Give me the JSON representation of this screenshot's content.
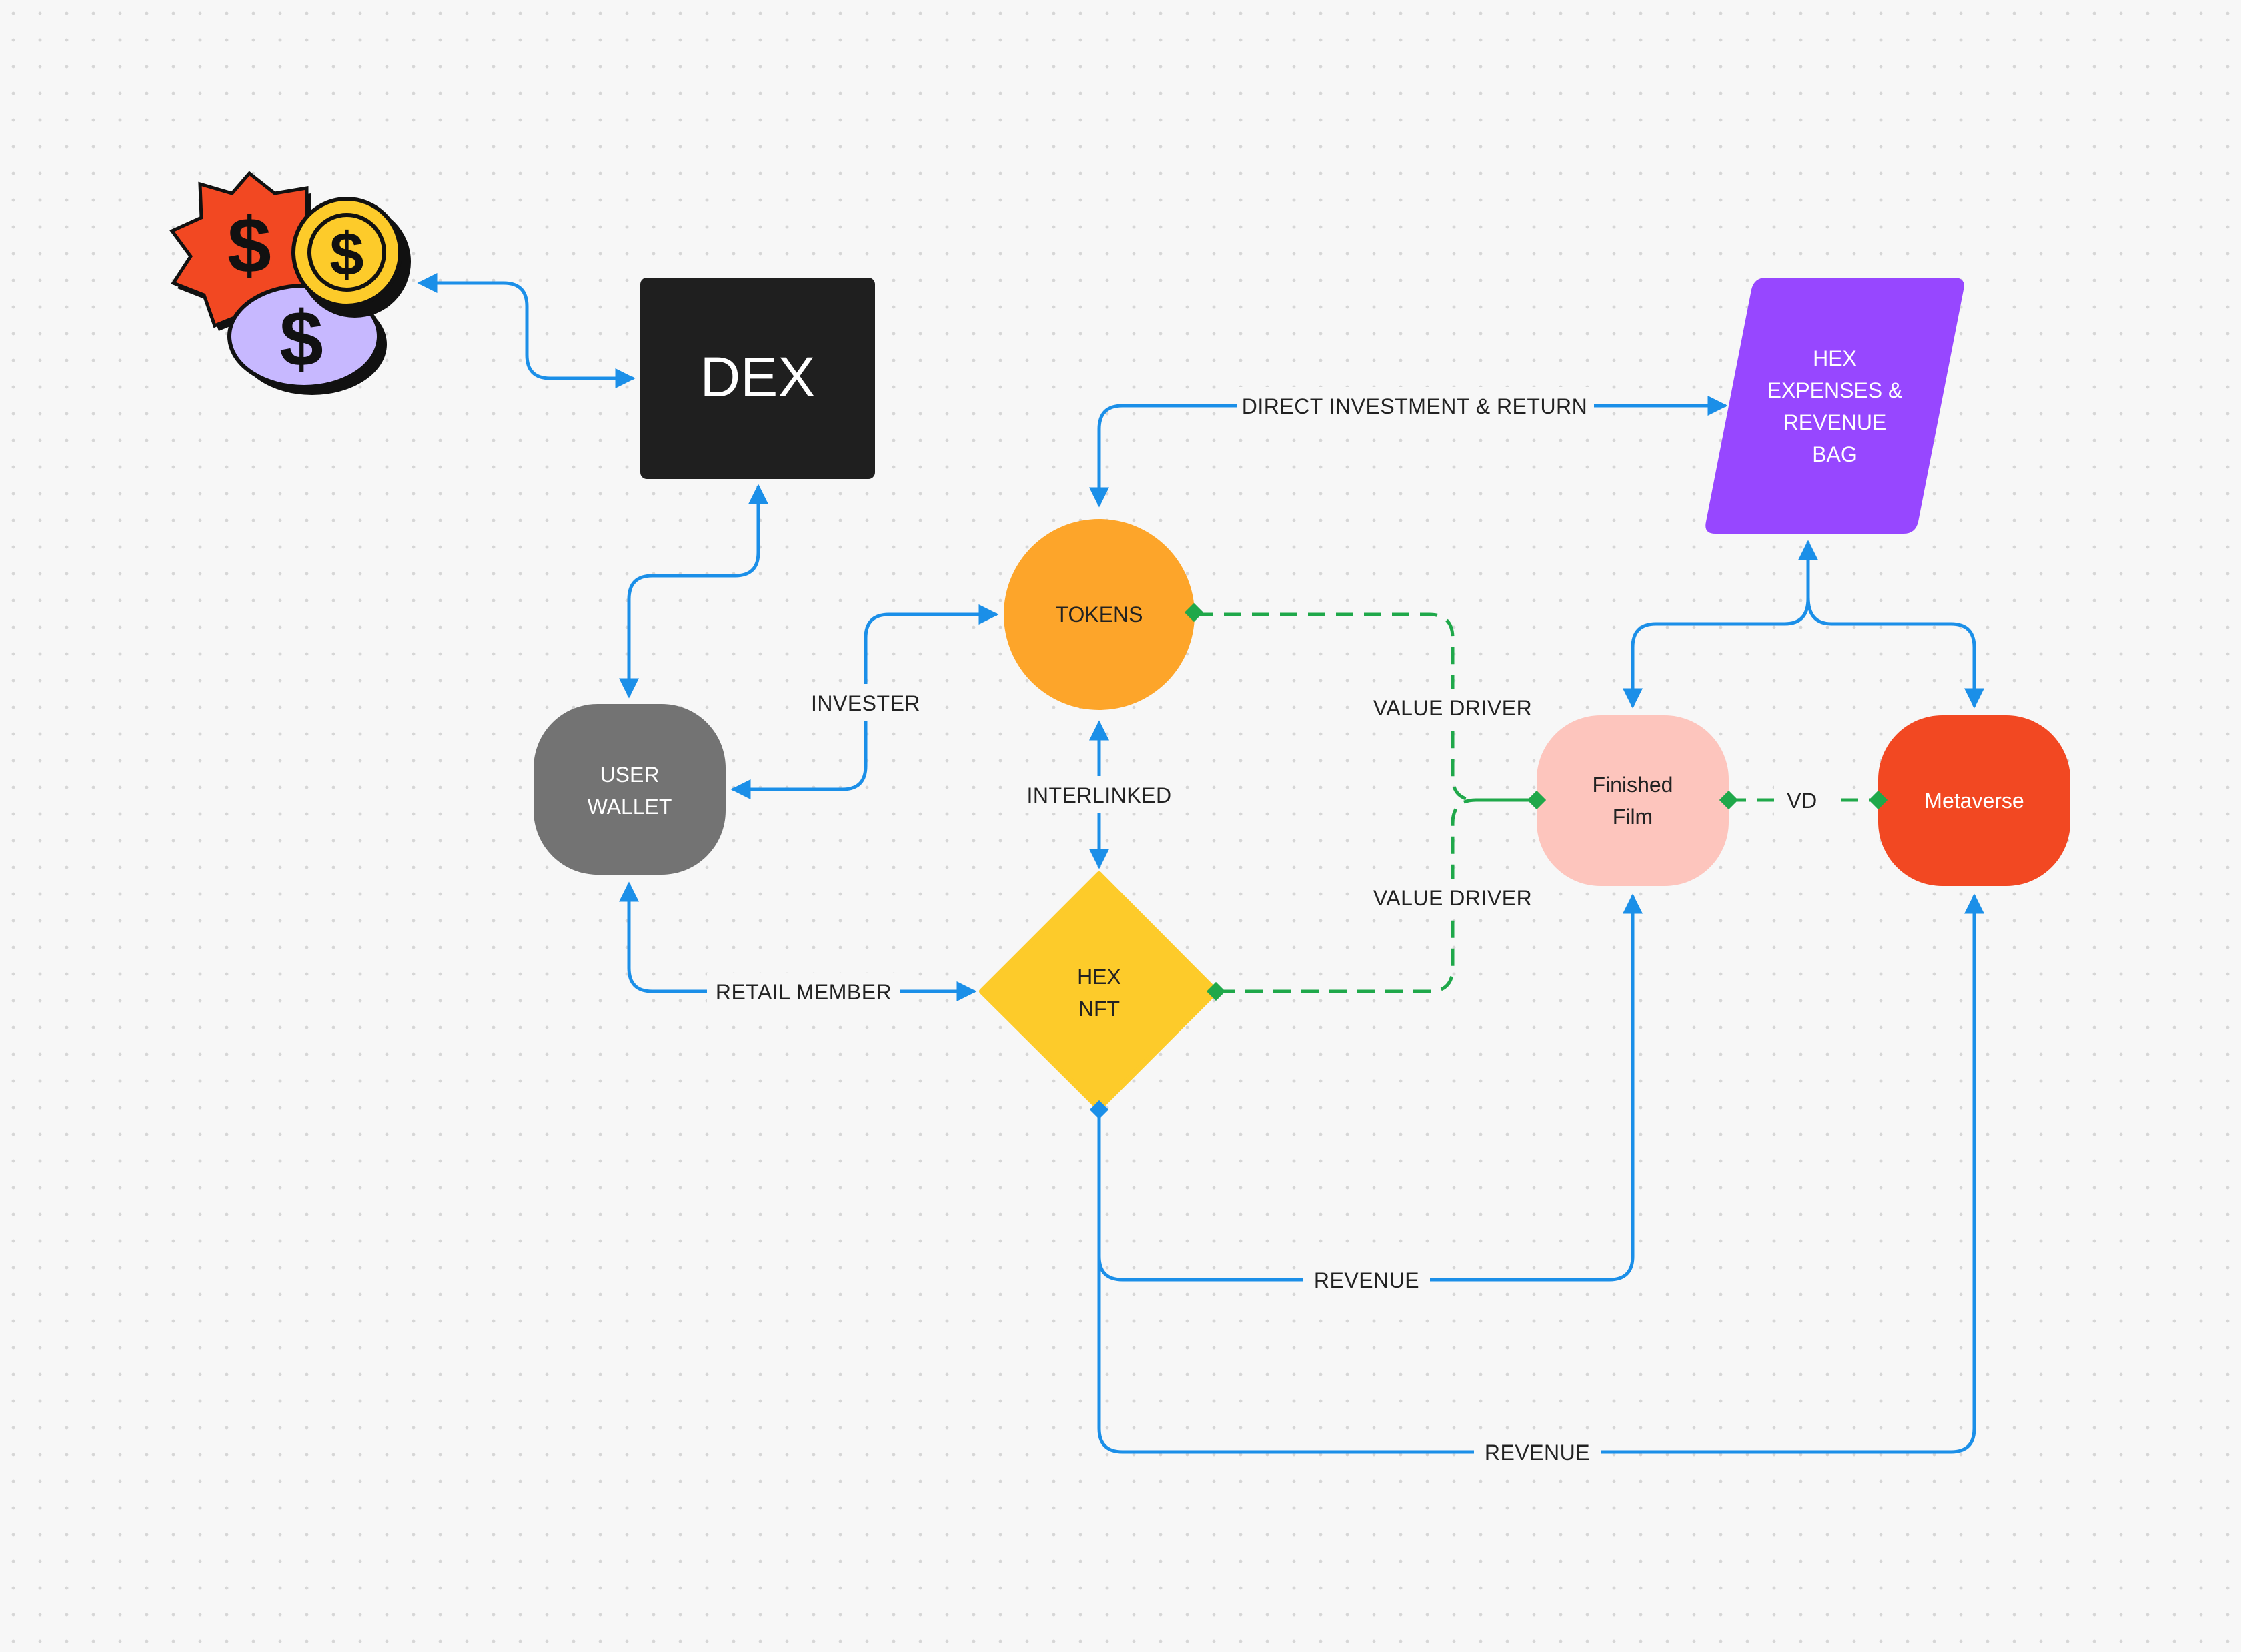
{
  "colors": {
    "edge_blue": "#1b8fe8",
    "edge_green": "#1fa84a",
    "dex": "#1f1f1f",
    "user_wallet": "#737373",
    "tokens": "#fda52a",
    "hex_nft": "#fdcb2a",
    "expenses_bag": "#9747ff",
    "finished_film": "#fdc5bd",
    "metaverse": "#f24822"
  },
  "icon": {
    "name": "money-stickers-icon"
  },
  "nodes": {
    "dex": {
      "label": "DEX"
    },
    "user_wallet": {
      "line1": "USER",
      "line2": "WALLET"
    },
    "tokens": {
      "label": "TOKENS"
    },
    "hex_nft": {
      "line1": "HEX",
      "line2": "NFT"
    },
    "expenses_bag": {
      "line1": "HEX",
      "line2": "EXPENSES &",
      "line3": "REVENUE",
      "line4": "BAG"
    },
    "finished_film": {
      "line1": "Finished",
      "line2": "Film"
    },
    "metaverse": {
      "label": "Metaverse"
    }
  },
  "edges": {
    "direct_investment": "DIRECT INVESTMENT & RETURN",
    "invester": "INVESTER",
    "interlinked": "INTERLINKED",
    "retail_member": "RETAIL MEMBER",
    "value_driver_top": "VALUE DRIVER",
    "value_driver_bottom": "VALUE DRIVER",
    "vd": "VD",
    "revenue_film": "REVENUE",
    "revenue_metaverse": "REVENUE"
  }
}
